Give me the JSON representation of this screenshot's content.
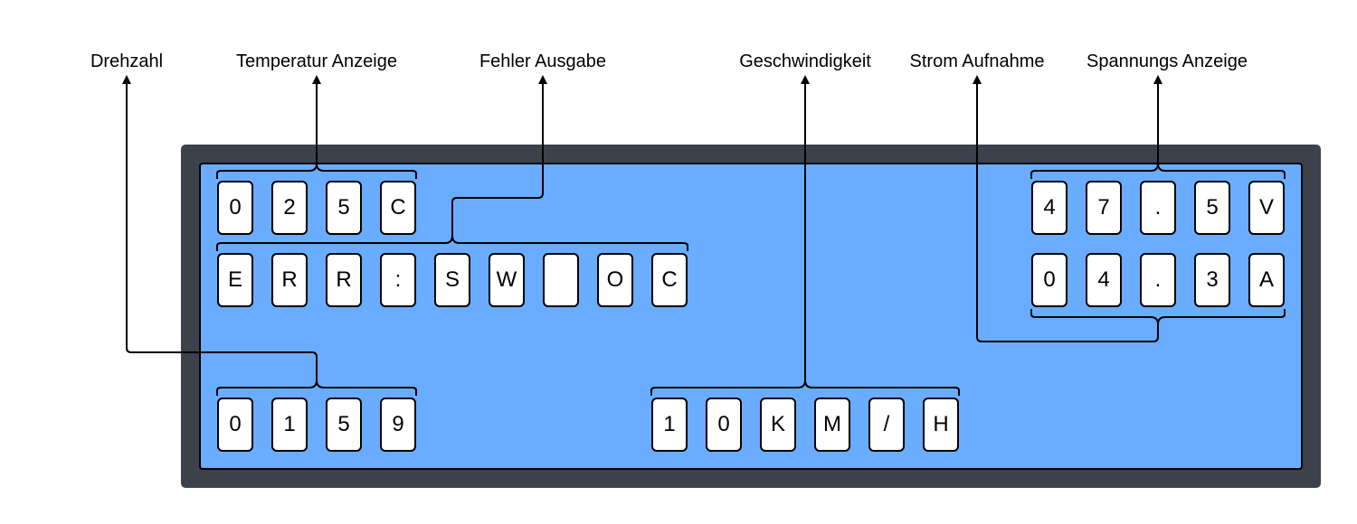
{
  "labels": {
    "drehzahl": "Drehzahl",
    "temperatur": "Temperatur Anzeige",
    "fehler": "Fehler Ausgabe",
    "geschwindigkeit": "Geschwindigkeit",
    "strom": "Strom Aufnahme",
    "spannung": "Spannungs Anzeige"
  },
  "display": {
    "temperature": [
      "0",
      "2",
      "5",
      "C"
    ],
    "error": [
      "E",
      "R",
      "R",
      ":",
      "S",
      "W",
      "",
      "O",
      "C"
    ],
    "rpm": [
      "0",
      "1",
      "5",
      "9"
    ],
    "speed": [
      "1",
      "0",
      "K",
      "M",
      "/",
      "H"
    ],
    "voltage": [
      "4",
      "7",
      ".",
      "5",
      "V"
    ],
    "current": [
      "0",
      "4",
      ".",
      "3",
      "A"
    ]
  },
  "colors": {
    "frame": "#3c414c",
    "screen": "#6aacff",
    "cell": "#ffffff",
    "line": "#000000"
  }
}
